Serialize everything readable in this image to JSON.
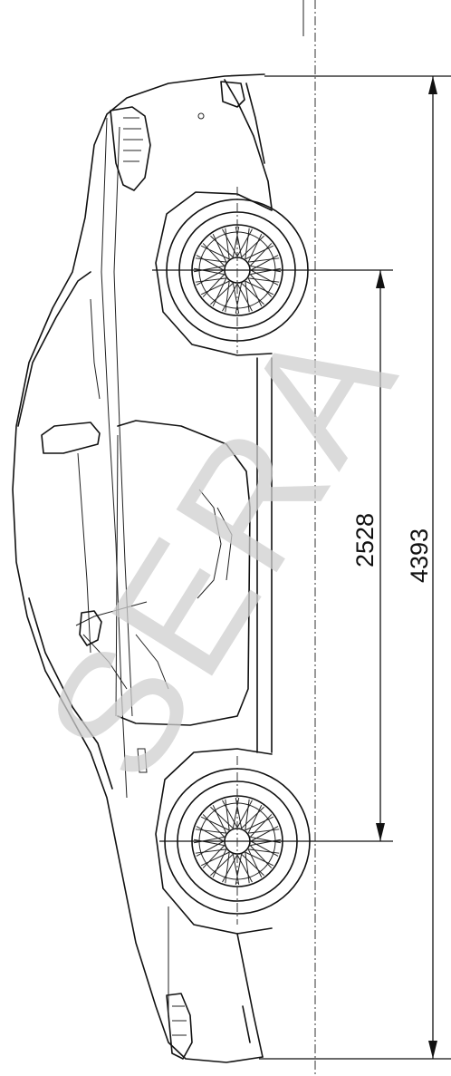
{
  "dimensions": {
    "wheelbase": "2528",
    "overall_length": "4393"
  },
  "watermark": "SERA",
  "colors": {
    "line": "#111111",
    "watermark": "#cfcfcf",
    "background": "#ffffff"
  }
}
